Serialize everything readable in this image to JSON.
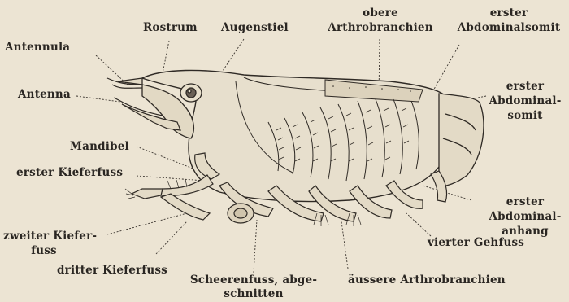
{
  "figure": {
    "labels": {
      "rostrum": "Rostrum",
      "augenstiel": "Augenstiel",
      "obere_arthro_1": "obere",
      "obere_arthro_2": "Arthrobranchien",
      "erster_abd_top_1": "erster",
      "erster_abd_top_2": "Abdominalsomit",
      "antennula": "Antennula",
      "antenna": "Antenna",
      "erster_abd_right_1": "erster",
      "erster_abd_right_2": "Abdominal-",
      "erster_abd_right_3": "somit",
      "mandibel": "Mandibel",
      "erster_kieferfuss": "erster Kieferfuss",
      "erster_anhang_1": "erster",
      "erster_anhang_2": "Abdominal-",
      "erster_anhang_3": "anhang",
      "zweiter_1": "zweiter Kiefer-",
      "zweiter_2": "fuss",
      "vierter_gehfuss": "vierter Gehfuss",
      "dritter_kieferfuss": "dritter Kieferfuss",
      "scheerenfuss_1": "Scheerenfuss, abge-",
      "scheerenfuss_2": "schnitten",
      "aeussere_arthro": "äussere Arthrobranchien"
    }
  }
}
